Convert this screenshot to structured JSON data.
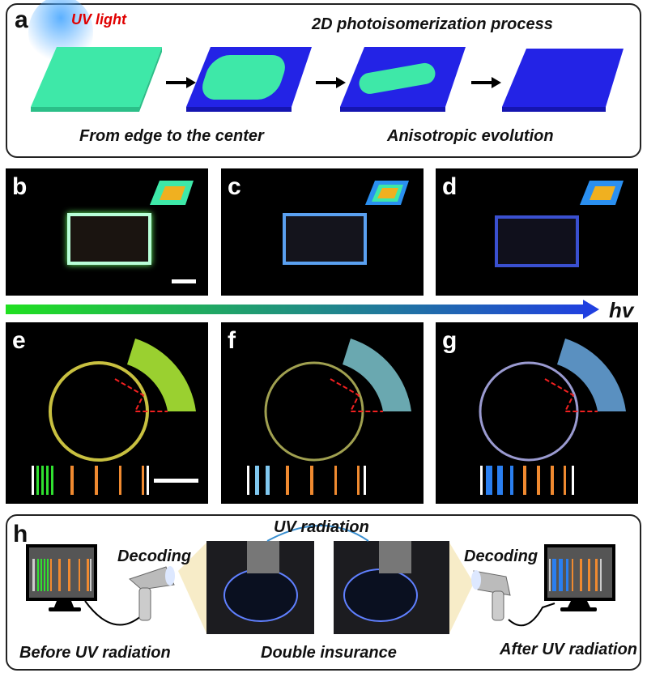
{
  "panel_a": {
    "label": "a",
    "uv_light": "UV light",
    "title": "2D photoisomerization process",
    "caption_left": "From edge to the center",
    "caption_right": "Anisotropic evolution"
  },
  "panels_bcd": [
    {
      "label": "b"
    },
    {
      "label": "c"
    },
    {
      "label": "d"
    }
  ],
  "energy_arrow": {
    "label": "hv"
  },
  "panels_efg": [
    {
      "label": "e"
    },
    {
      "label": "f"
    },
    {
      "label": "g"
    }
  ],
  "panel_h": {
    "label": "h",
    "uv_radiation": "UV radiation",
    "decoding_left": "Decoding",
    "decoding_right": "Decoding",
    "caption_before": "Before UV radiation",
    "caption_middle": "Double insurance",
    "caption_after": "After UV radiation"
  },
  "colors": {
    "green": "#3ee8a0",
    "blue": "#2323e6",
    "orange": "#f08a30",
    "barcode_blue": "#2a7ff0",
    "uv_red": "#e00000"
  }
}
